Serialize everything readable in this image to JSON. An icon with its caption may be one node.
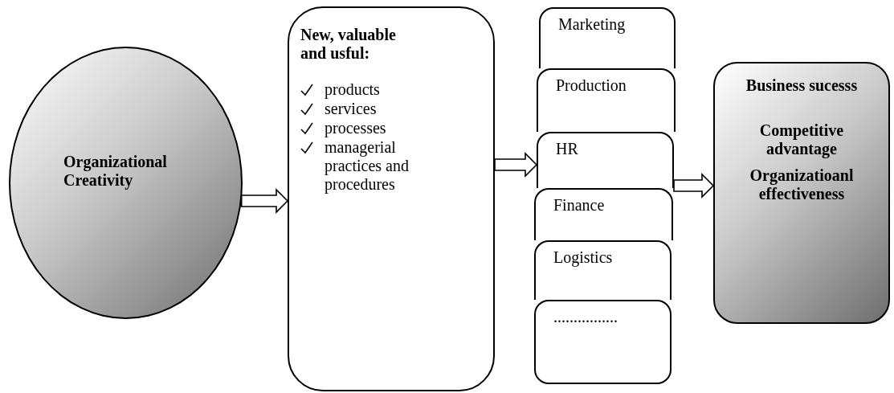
{
  "diagram": {
    "nodes": [
      {
        "text": [
          "Organizational Creativity"
        ]
      },
      {
        "text": [
          "New, valuable and usful:",
          "products",
          "services",
          "processes",
          "managerial practices and procedures"
        ]
      },
      {
        "text": [
          "Marketing"
        ]
      },
      {
        "text": [
          "Production"
        ]
      },
      {
        "text": [
          "HR"
        ]
      },
      {
        "text": [
          "Finance"
        ]
      },
      {
        "text": [
          "Logistics"
        ]
      },
      {
        "text": [
          "................"
        ]
      },
      {
        "text": [
          "Business sucesss",
          "Competitive advantage",
          "Organizatioanl effectiveness"
        ]
      }
    ],
    "edges": [
      {
        "from": 0,
        "to": 1,
        "arrow": "to"
      },
      {
        "from": 1,
        "to": 4,
        "arrow": "to"
      },
      {
        "from": 4,
        "to": 8,
        "arrow": "to"
      }
    ]
  }
}
